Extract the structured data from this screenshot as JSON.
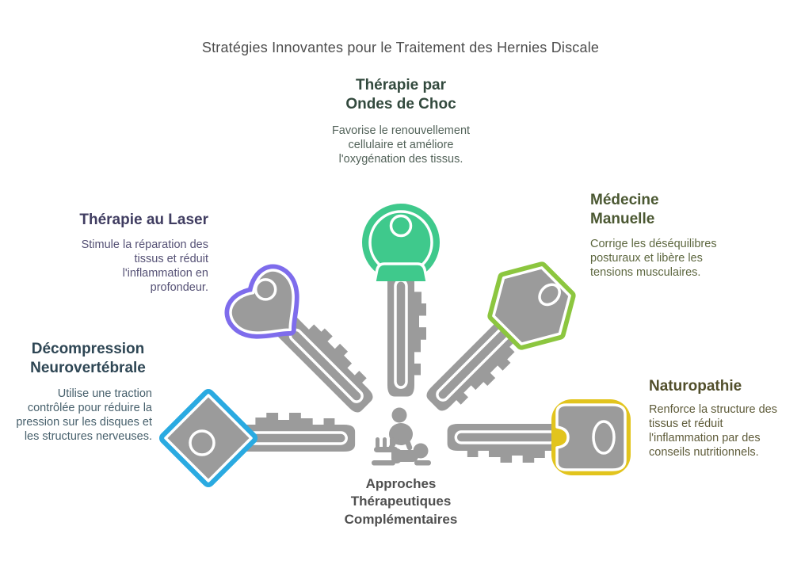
{
  "title": "Stratégies Innovantes pour le Traitement des Hernies Discale",
  "palette": {
    "background": "#ffffff",
    "title_text": "#4d4d4d",
    "key_gray": "#9b9b9b",
    "key_outline": "#ffffff"
  },
  "sections": [
    {
      "id": "therapie-ondes-de-choc",
      "position": "top-center",
      "icon": "key-round-head-icon",
      "title": "Thérapie par\nOndes de Choc",
      "description": "Favorise le renouvellement cellulaire et améliore l'oxygénation des tissus.",
      "accent_color": "#3fc98c",
      "title_color": "#32493d",
      "text_color": "#53635a"
    },
    {
      "id": "therapie-au-laser",
      "position": "upper-left",
      "icon": "key-heart-head-icon",
      "title": "Thérapie au Laser",
      "description": "Stimule la réparation des tissus et réduit l'inflammation en profondeur.",
      "accent_color": "#7e6cec",
      "title_color": "#403d61",
      "text_color": "#555175"
    },
    {
      "id": "medecine-manuelle",
      "position": "upper-right",
      "icon": "key-hexagon-head-icon",
      "title": "Médecine\nManuelle",
      "description": "Corrige les déséquilibres posturaux et libère les tensions musculaires.",
      "accent_color": "#8cc63f",
      "title_color": "#4b5832",
      "text_color": "#5d673f"
    },
    {
      "id": "decompression-neurovertebrale",
      "position": "lower-left",
      "icon": "key-diamond-head-icon",
      "title": "Décompression\nNeurovertébrale",
      "description": "Utilise une traction contrôlée pour réduire la pression sur les disques et les structures nerveuses.",
      "accent_color": "#2aaae1",
      "title_color": "#2e4654",
      "text_color": "#47606c"
    },
    {
      "id": "naturopathie",
      "position": "lower-right",
      "icon": "key-square-head-icon",
      "title": "Naturopathie",
      "description": "Renforce la structure des tissus et réduit l'inflammation par des conseils nutritionnels.",
      "accent_color": "#e2c41d",
      "title_color": "#514e2a",
      "text_color": "#5e5b39"
    }
  ],
  "center": {
    "icon": "massage-therapy-icon",
    "label": "Approches\nThérapeutiques\nComplémentaires",
    "label_color": "#4f4f4f"
  }
}
